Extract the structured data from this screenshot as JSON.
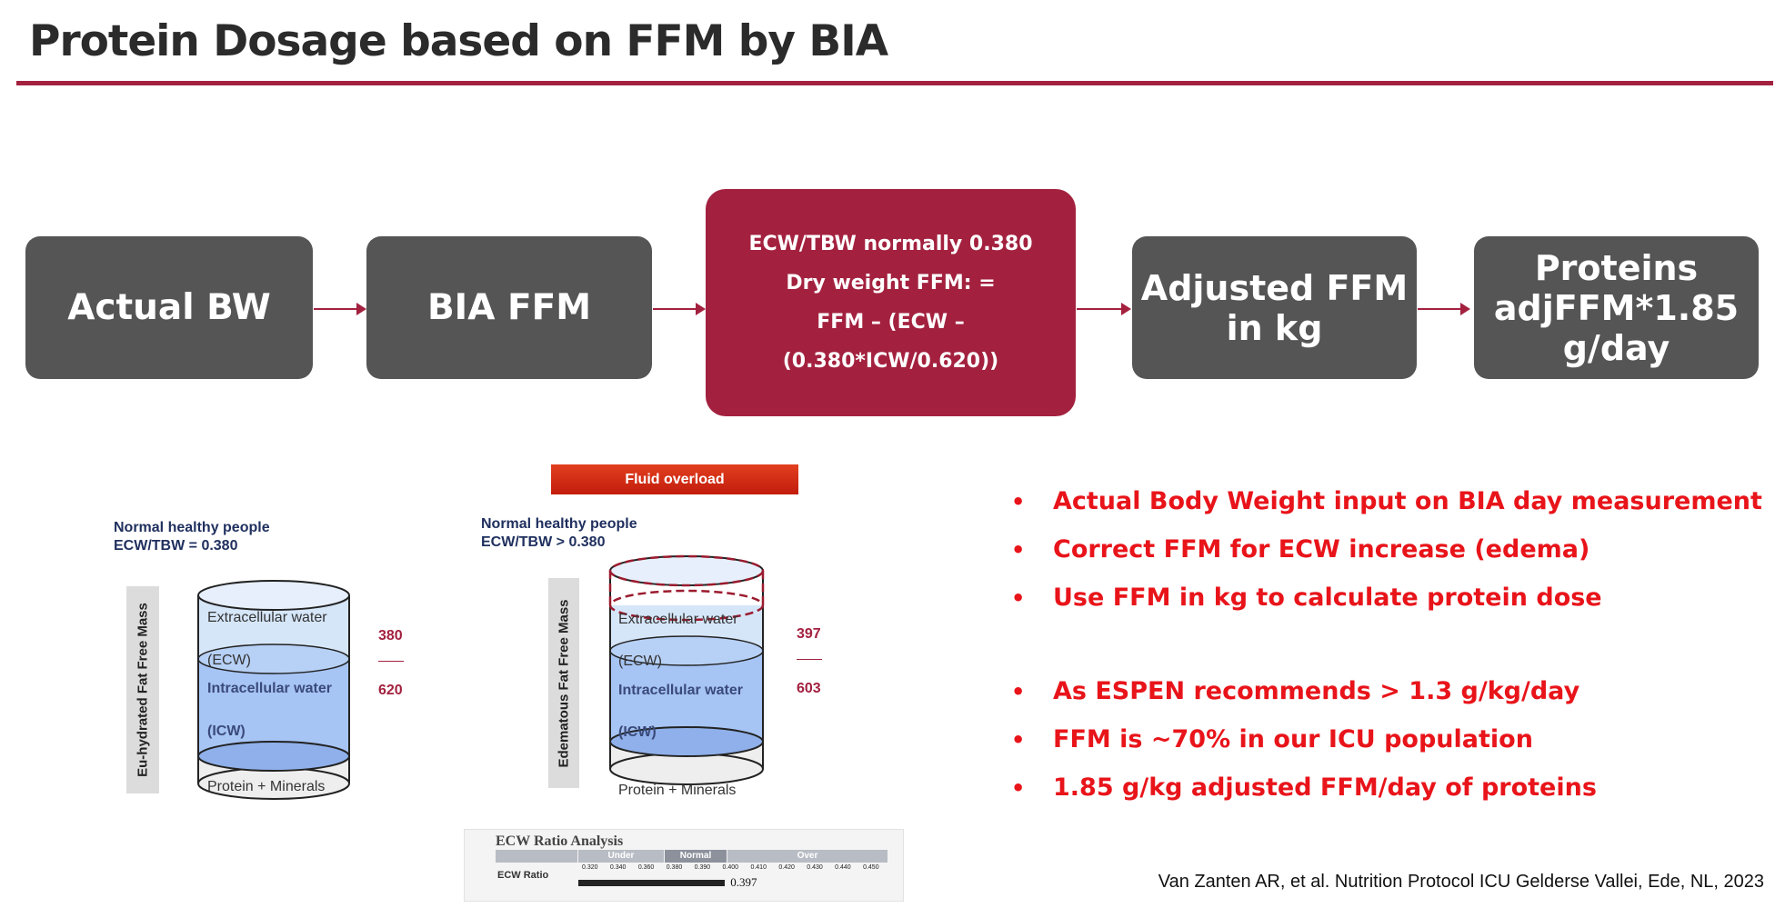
{
  "title": "Protein Dosage based on FFM by BIA",
  "flow": {
    "actual_bw": "Actual BW",
    "bia_ffm": "BIA FFM",
    "formula": {
      "line1": "ECW/TBW normally 0.380",
      "line2": "Dry weight FFM: =",
      "line3": "FFM – (ECW – (0.380*ICW/0.620))"
    },
    "adjusted": {
      "line1": "Adjusted FFM",
      "line2": "in kg"
    },
    "proteins": {
      "line1": "Proteins",
      "line2": "adjFFM*1.85",
      "line3": "g/day"
    }
  },
  "fluid_overload": "Fluid overload",
  "normal": {
    "caption_line1": "Normal healthy people",
    "caption_line2": "ECW/TBW = 0.380",
    "side_label": "Eu-hydrated Fat Free Mass",
    "ecw_label": "Extracellular water",
    "ecw_abbr": "(ECW)",
    "icw_label": "Intracellular water",
    "icw_abbr": "(ICW)",
    "base_label": "Protein + Minerals",
    "ecw_value": "380",
    "icw_value": "620"
  },
  "edematous": {
    "caption_line1": "Normal healthy people",
    "caption_line2": "ECW/TBW > 0.380",
    "side_label": "Edematous Fat Free Mass",
    "ecw_label": "Extracellular water",
    "ecw_abbr": "(ECW)",
    "icw_label": "Intracellular water",
    "icw_abbr": "(ICW)",
    "base_label": "Protein + Minerals",
    "ecw_value": "397",
    "icw_value": "603"
  },
  "bullets_top": [
    "Actual Body Weight input on BIA day measurement",
    "Correct FFM for ECW increase (edema)",
    "Use FFM in kg to calculate protein dose"
  ],
  "bullets_bottom": [
    "As ESPEN recommends > 1.3 g/kg/day",
    "FFM is ~70% in our ICU population",
    "1.85 g/kg adjusted FFM/day of proteins"
  ],
  "bullet_symbol": "•",
  "ecw_panel": {
    "title": "ECW Ratio Analysis",
    "headers": [
      "Under",
      "Normal",
      "Over"
    ],
    "row_label": "ECW Ratio",
    "ticks": [
      "0.320",
      "0.340",
      "0.360",
      "0.380",
      "0.390",
      "0.400",
      "0.410",
      "0.420",
      "0.430",
      "0.440",
      "0.450"
    ],
    "value": "0.397"
  },
  "reference": "Van Zanten AR, et al. Nutrition Protocol ICU Gelderse Vallei, Ede, NL, 2023",
  "colors": {
    "accent": "#a3213f",
    "box_gray": "#555555",
    "bullet_red": "#e8141a",
    "ecw_blue": "#d6e6f9",
    "icw_blue": "#a6c4f4"
  }
}
